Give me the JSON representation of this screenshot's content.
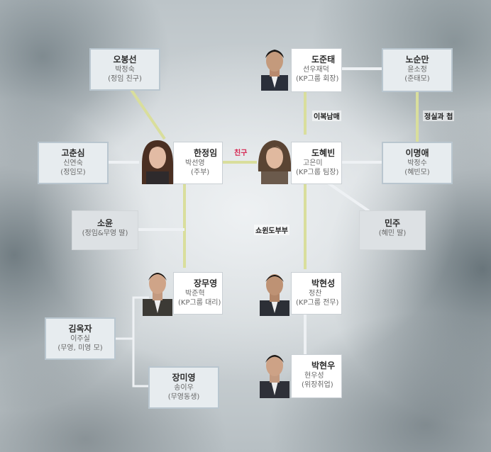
{
  "nodes": {
    "oh_bongseon": {
      "name": "오봉선",
      "actor": "박정숙",
      "role": "(정임 친구)"
    },
    "do_juntae": {
      "name": "도준태",
      "actor": "선우재덕",
      "role": "(KP그룹 회장)"
    },
    "no_sunman": {
      "name": "노순만",
      "actor": "윤소정",
      "role": "(준태모)"
    },
    "go_chunsim": {
      "name": "고춘심",
      "actor": "신연숙",
      "role": "(정임모)"
    },
    "han_jeongim": {
      "name": "한정임",
      "actor": "박선영",
      "role": "(주부)"
    },
    "do_hyebin": {
      "name": "도혜빈",
      "actor": "고은미",
      "role": "(KP그룹 팀장)"
    },
    "lee_myeongae": {
      "name": "이명애",
      "actor": "박정수",
      "role": "(혜빈모)"
    },
    "soyun": {
      "name": "소윤",
      "role": "(정임&무영 딸)"
    },
    "minju": {
      "name": "민주",
      "role": "(혜민 딸)"
    },
    "jang_muyeong": {
      "name": "장무영",
      "actor": "박준혁",
      "role": "(KP그룹 대리)"
    },
    "park_hyeonseong": {
      "name": "박현성",
      "actor": "정찬",
      "role": "(KP그룹 전무)"
    },
    "kim_okja": {
      "name": "김옥자",
      "actor": "이주실",
      "role": "(무영, 미영 모)"
    },
    "jang_miyeong": {
      "name": "장미영",
      "actor": "송이우",
      "role": "(무영동생)"
    },
    "park_hyeonwoo": {
      "name": "박현우",
      "actor": "현우성",
      "role": "(위장취업)"
    }
  },
  "relations": {
    "friend": "친구",
    "half_sibling": "이복남매",
    "show_couple": "쇼윈도부부",
    "first_love": "정실과 첩"
  },
  "colors": {
    "line_yellow": "#d9de9c",
    "line_white": "#eef1f4",
    "friend_red": "#d6224e",
    "box_border": "#b9c6cf"
  }
}
